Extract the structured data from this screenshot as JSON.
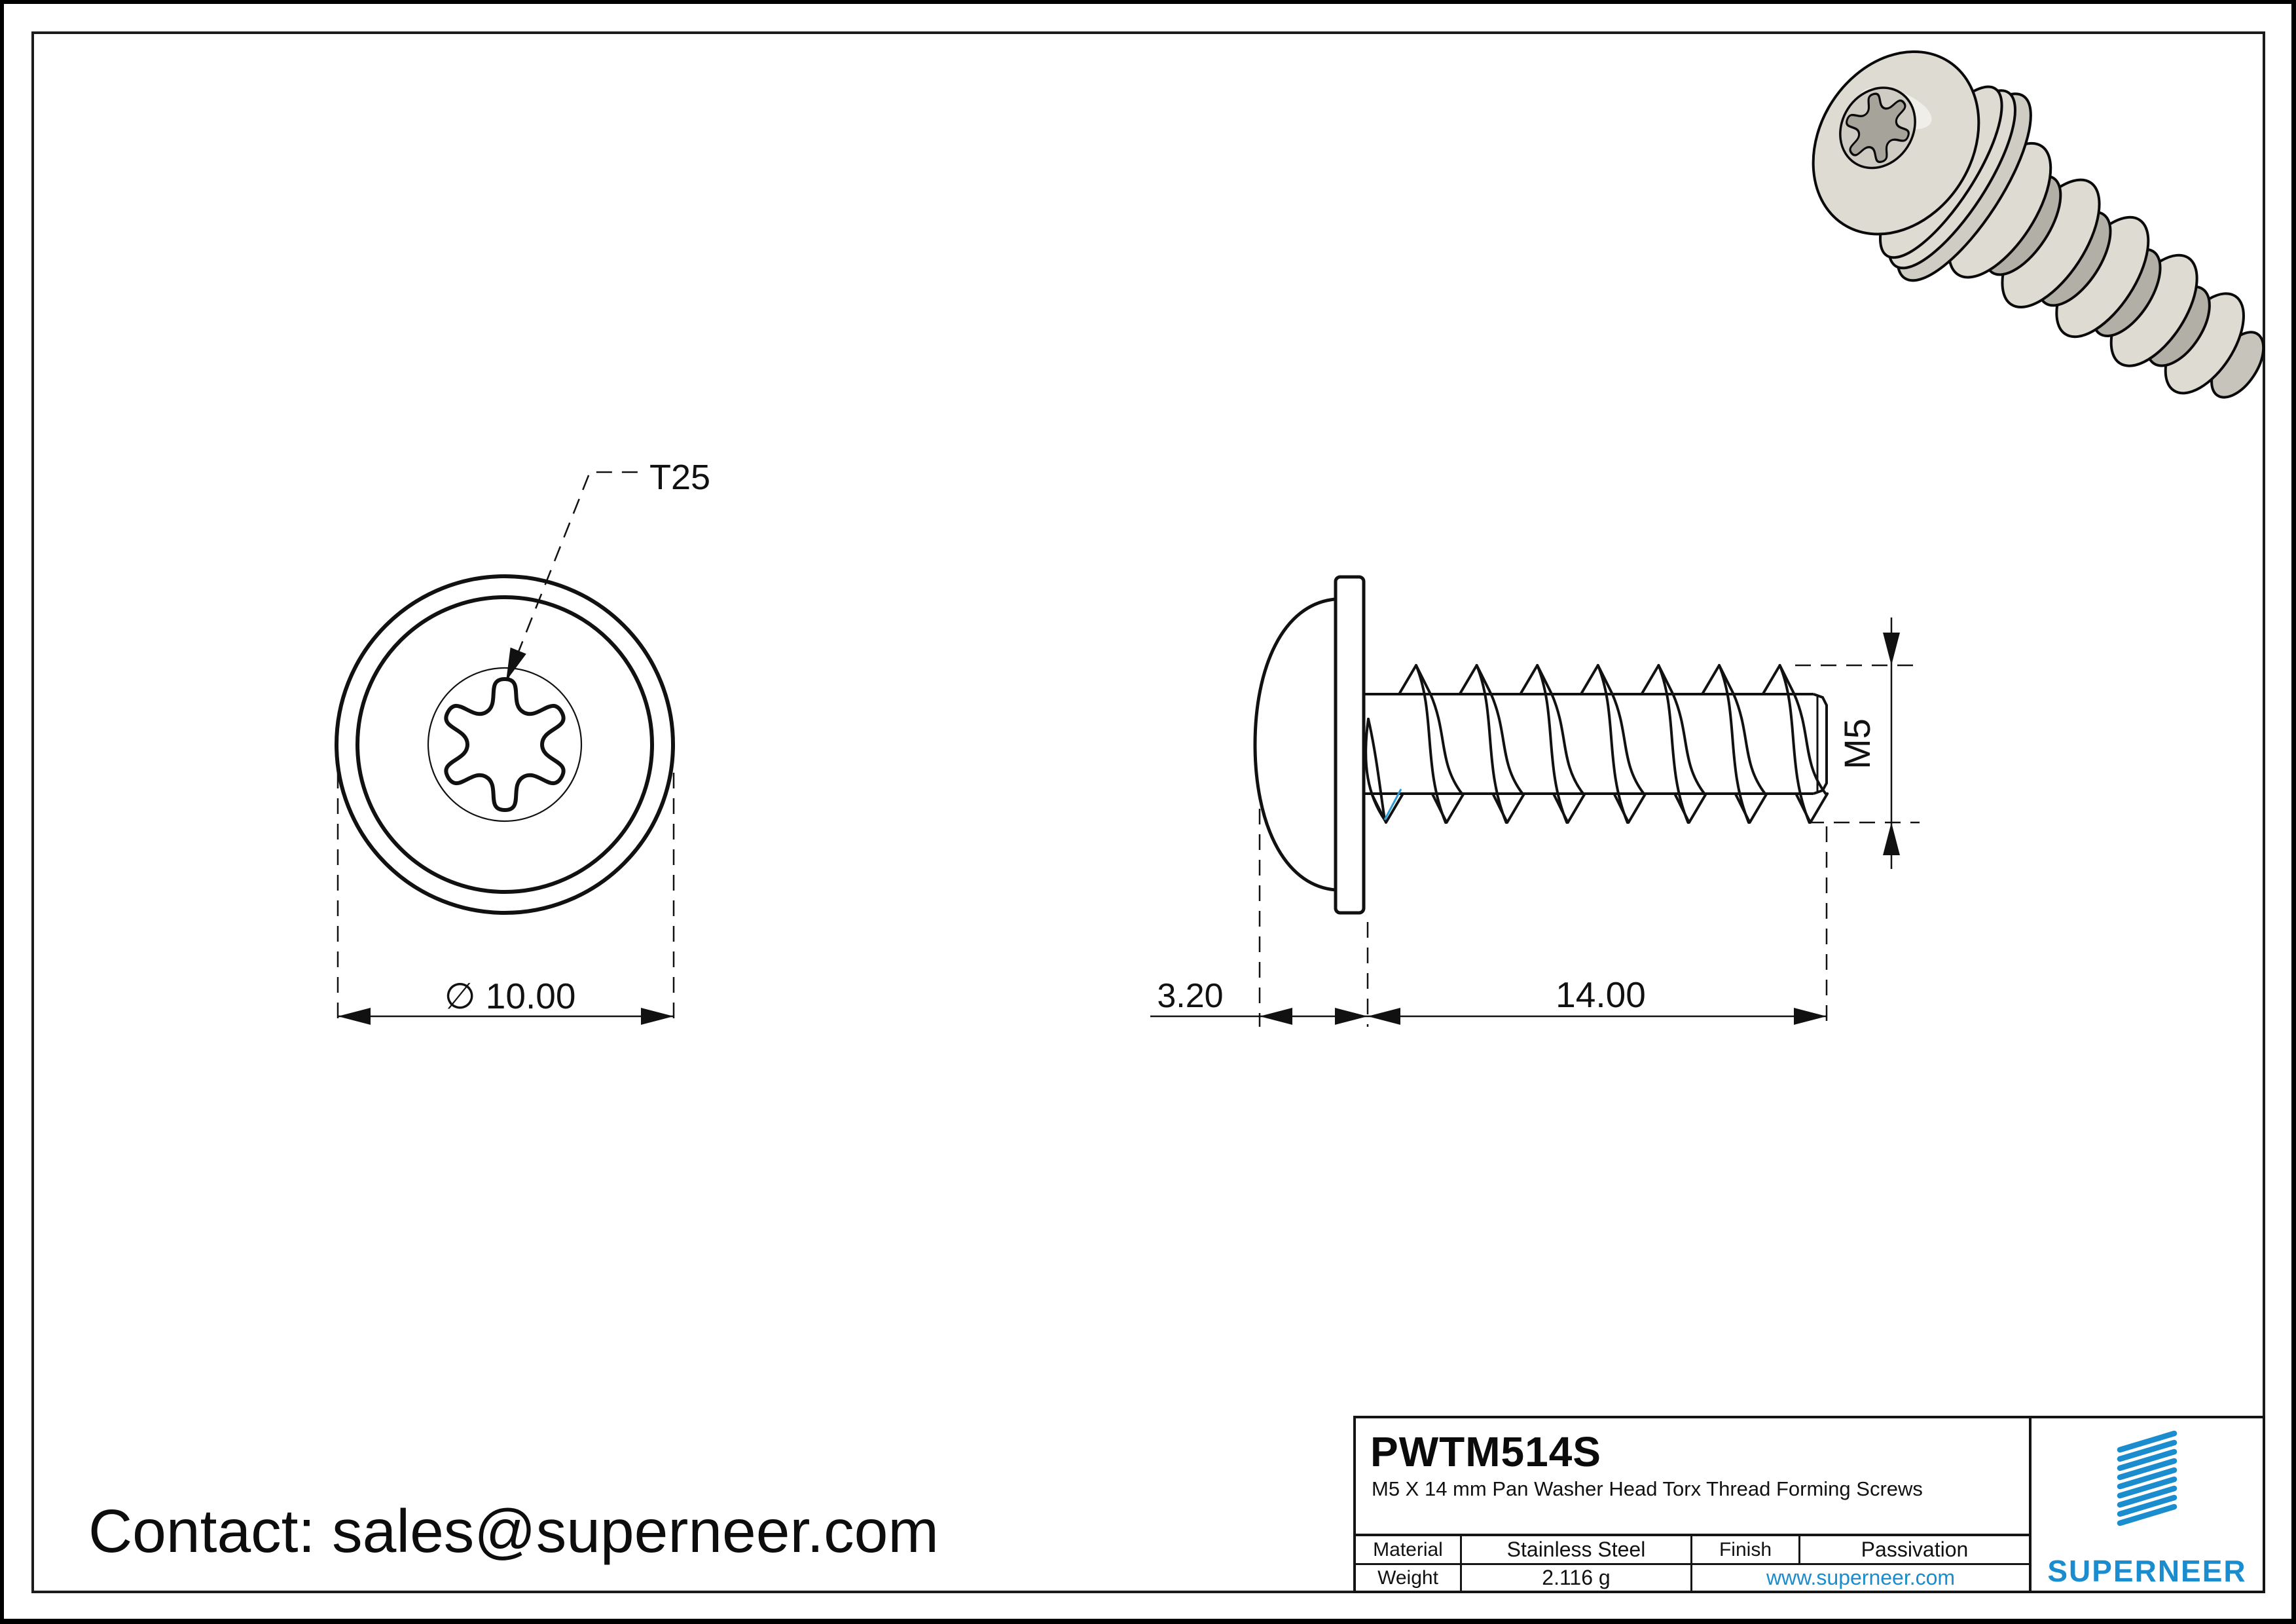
{
  "contact": {
    "label": "Contact: sales@superneer.com"
  },
  "front_view": {
    "drive_label": "T25",
    "diameter_label": "∅ 10.00"
  },
  "side_view": {
    "head_height_label": "3.20",
    "thread_length_label": "14.00",
    "thread_size_label": "M5"
  },
  "title_block": {
    "part_number": "PWTM514S",
    "description": "M5 X 14 mm Pan Washer Head Torx Thread Forming Screws",
    "material_label": "Material",
    "material_value": "Stainless Steel",
    "finish_label": "Finish",
    "finish_value": "Passivation",
    "weight_label": "Weight",
    "weight_value": "2.116 g",
    "website": "www.superneer.com",
    "brand": "SUPERNEER",
    "accent_color": "#1b8ccd"
  }
}
